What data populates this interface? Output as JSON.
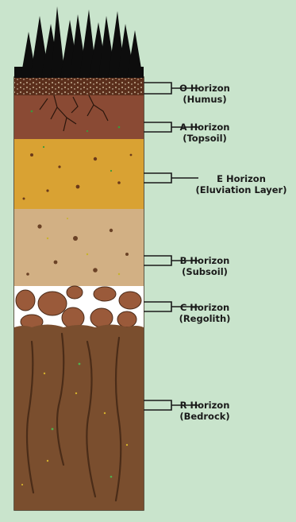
{
  "colors": {
    "background": "#c9e4cc",
    "trees": "#0d0d0d",
    "o_layer": "#5b2f1c",
    "a_layer": "#8a4a34",
    "e_layer": "#d9a233",
    "b_layer": "#d2b084",
    "c_gaps": "#ffffff",
    "c_stones": "#9a5a3a",
    "r_layer": "#7a4e2e"
  },
  "horizons": [
    {
      "name": "O Horizon",
      "sub": "(Humus)"
    },
    {
      "name": "A Horizon",
      "sub": "(Topsoil)"
    },
    {
      "name": "E Horizon",
      "sub": "(Eluviation Layer)"
    },
    {
      "name": "B Horizon",
      "sub": "(Subsoil)"
    },
    {
      "name": "C Horizon",
      "sub": "(Regolith)"
    },
    {
      "name": "R Horizon",
      "sub": "(Bedrock)"
    }
  ]
}
